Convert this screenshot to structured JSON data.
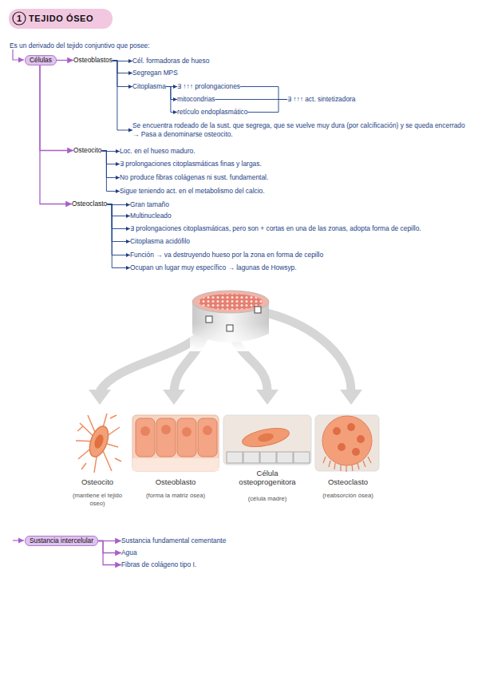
{
  "diagram": {
    "title": "TEJIDO ÓSEO",
    "nodes": [
      {
        "text": [
          "Células"
        ]
      },
      {
        "text": [
          "Osteoblastos"
        ]
      },
      {
        "text": [
          "Cél. formadoras de hueso"
        ]
      },
      {
        "text": [
          "Segregan MPS"
        ]
      },
      {
        "text": [
          "Citoplasma"
        ]
      },
      {
        "text": [
          "∃ ↑↑↑ prolongaciones"
        ]
      },
      {
        "text": [
          "mitocondrias"
        ]
      },
      {
        "text": [
          "retículo endoplasmático"
        ]
      },
      {
        "text": [
          "∃ ↑↑↑ act. sintetizadora"
        ]
      },
      {
        "text": [
          "Se encuentra rodeado de la sust. que segrega, que se vuelve muy dura (por calcificación) y se queda encerrado → Pasa a denominarse osteocito."
        ]
      },
      {
        "text": [
          "Osteocito"
        ]
      },
      {
        "text": [
          "Loc. en el hueso maduro."
        ]
      },
      {
        "text": [
          "∃ prolongaciones citoplasmáticas finas y largas."
        ]
      },
      {
        "text": [
          "No produce fibras colágenas ni sust. fundamental."
        ]
      },
      {
        "text": [
          "Sigue teniendo act. en el metabolismo del calcio."
        ]
      },
      {
        "text": [
          "Osteoclasto"
        ]
      },
      {
        "text": [
          "Gran tamaño"
        ]
      },
      {
        "text": [
          "Multinucleado"
        ]
      },
      {
        "text": [
          "∃ prolongaciones citoplasmáticas, pero son + cortas en una de las zonas, adopta forma de cepillo."
        ]
      },
      {
        "text": [
          "Citoplasma acidófilo"
        ]
      },
      {
        "text": [
          "Función → va destruyendo hueso por la zona en forma de cepillo"
        ]
      },
      {
        "text": [
          "Ocupan un lugar muy específico → lagunas de Howsyp."
        ]
      },
      {
        "text": [
          "Sustancia intercelular"
        ]
      },
      {
        "text": [
          "Sustancia fundamental cementante"
        ]
      },
      {
        "text": [
          "Agua"
        ]
      },
      {
        "text": [
          "Fibras de colágeno tipo I."
        ]
      }
    ],
    "edges": [
      {
        "from": 0,
        "to": 1,
        "arrow": "to"
      },
      {
        "from": 0,
        "to": 10,
        "arrow": "to"
      },
      {
        "from": 0,
        "to": 15,
        "arrow": "to"
      },
      {
        "from": 1,
        "to": 2,
        "arrow": "to"
      },
      {
        "from": 1,
        "to": 3,
        "arrow": "to"
      },
      {
        "from": 1,
        "to": 4,
        "arrow": "to"
      },
      {
        "from": 1,
        "to": 9,
        "arrow": "to"
      },
      {
        "from": 4,
        "to": 5,
        "arrow": "to"
      },
      {
        "from": 4,
        "to": 6,
        "arrow": "to"
      },
      {
        "from": 4,
        "to": 7,
        "arrow": "to"
      },
      {
        "from": 5,
        "to": 8,
        "arrow": "none"
      },
      {
        "from": 6,
        "to": 8,
        "arrow": "none"
      },
      {
        "from": 7,
        "to": 8,
        "arrow": "none"
      },
      {
        "from": 10,
        "to": 11,
        "arrow": "to"
      },
      {
        "from": 10,
        "to": 12,
        "arrow": "to"
      },
      {
        "from": 10,
        "to": 13,
        "arrow": "to"
      },
      {
        "from": 10,
        "to": 14,
        "arrow": "to"
      },
      {
        "from": 15,
        "to": 16,
        "arrow": "to"
      },
      {
        "from": 15,
        "to": 17,
        "arrow": "to"
      },
      {
        "from": 15,
        "to": 18,
        "arrow": "to"
      },
      {
        "from": 15,
        "to": 19,
        "arrow": "to"
      },
      {
        "from": 15,
        "to": 20,
        "arrow": "to"
      },
      {
        "from": 15,
        "to": 21,
        "arrow": "to"
      },
      {
        "from": 22,
        "to": 23,
        "arrow": "to"
      },
      {
        "from": 22,
        "to": 24,
        "arrow": "to"
      },
      {
        "from": 22,
        "to": 25,
        "arrow": "to"
      }
    ],
    "labels": [
      "1",
      "Es un derivado del tejido conjuntivo que posee:",
      "Osteocito",
      "(mantiene el tejido óseo)",
      "Osteoblasto",
      "(forma la matriz ósea)",
      "Célula osteoprogenitora",
      "(célula madre)",
      "Osteoclasto",
      "(reabsorción ósea)"
    ]
  }
}
